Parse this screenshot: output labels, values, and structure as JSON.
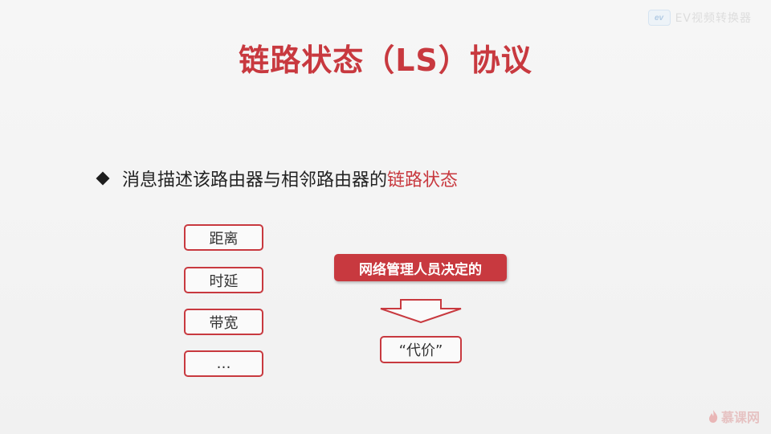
{
  "watermark": {
    "logo_text": "ev",
    "text": "EV视频转换器"
  },
  "title": "链路状态（LS）协议",
  "bullet": {
    "text": "消息描述该路由器与相邻路由器的",
    "highlight": "链路状态"
  },
  "metrics": [
    {
      "label": "距离"
    },
    {
      "label": "时延"
    },
    {
      "label": "带宽"
    },
    {
      "label": "…"
    }
  ],
  "admin_label": "网络管理人员决定的",
  "cost_label": "“代价”",
  "footer": {
    "brand": "慕课网"
  },
  "colors": {
    "accent": "#c8393f",
    "text": "#222222",
    "background": "#f4f4f4"
  }
}
